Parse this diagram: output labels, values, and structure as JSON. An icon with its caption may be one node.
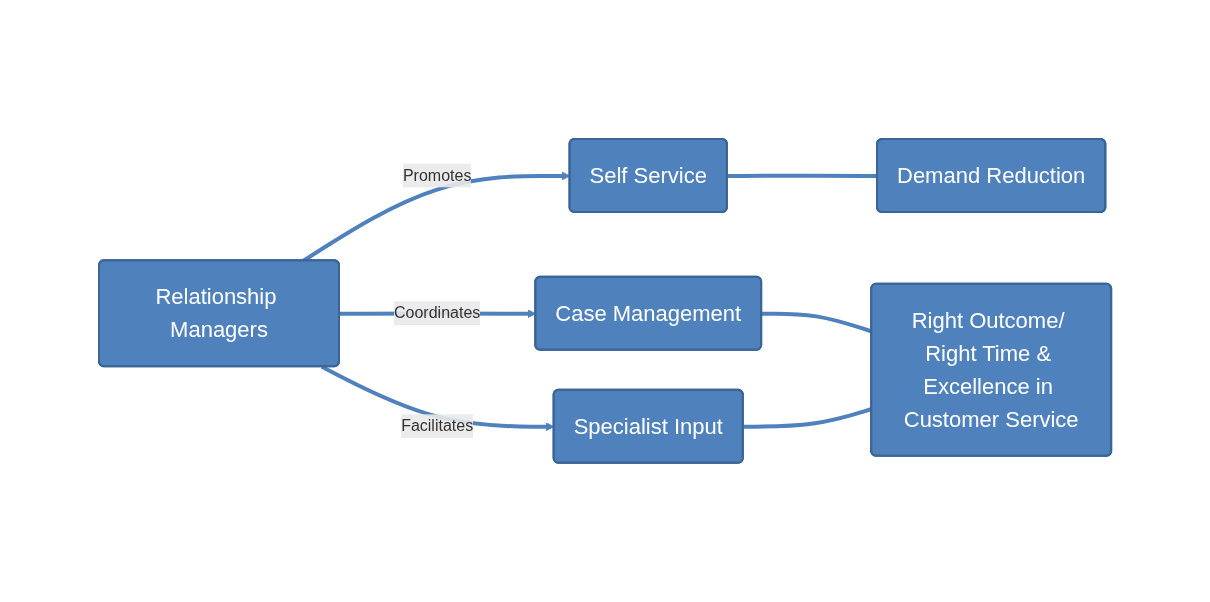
{
  "diagram": {
    "nodes": [
      {
        "text": [
          "Relationship Managers"
        ]
      },
      {
        "text": [
          "Self Service"
        ]
      },
      {
        "text": [
          "Demand Reduction"
        ]
      },
      {
        "text": [
          "Case Management"
        ]
      },
      {
        "text": [
          "Specialist Input"
        ]
      },
      {
        "text": [
          "Right Outcome/ Right Time & Excellence in Customer Service"
        ]
      }
    ],
    "edges": [
      {
        "from": 0,
        "to": 1,
        "label": "Promotes",
        "arrow": "to"
      },
      {
        "from": 0,
        "to": 3,
        "label": "Coordinates",
        "arrow": "to"
      },
      {
        "from": 0,
        "to": 4,
        "label": "Facilitates",
        "arrow": "to"
      },
      {
        "from": 1,
        "to": 2,
        "arrow": "none"
      },
      {
        "from": 3,
        "to": 5,
        "arrow": "none"
      },
      {
        "from": 4,
        "to": 5,
        "arrow": "none"
      }
    ]
  }
}
